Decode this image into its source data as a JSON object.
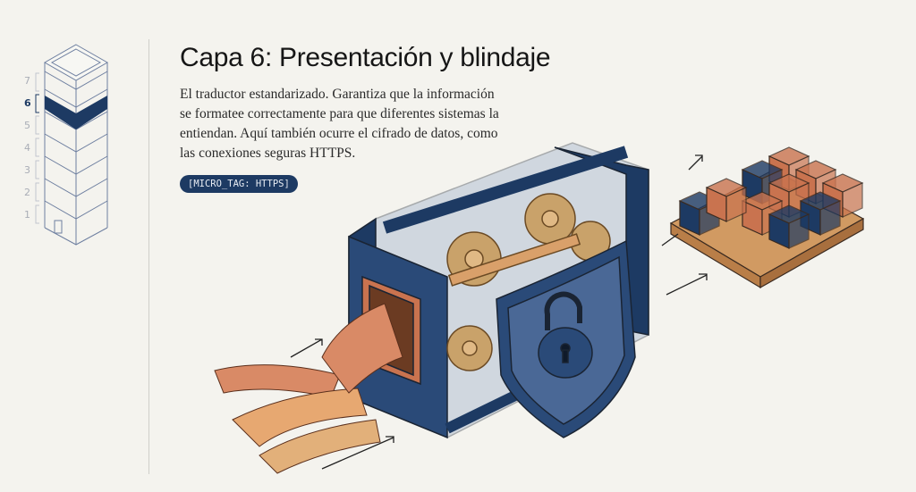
{
  "sidebar": {
    "layers": [
      {
        "label": "7",
        "active": false
      },
      {
        "label": "6",
        "active": true
      },
      {
        "label": "5",
        "active": false
      },
      {
        "label": "4",
        "active": false
      },
      {
        "label": "3",
        "active": false
      },
      {
        "label": "2",
        "active": false
      },
      {
        "label": "1",
        "active": false
      }
    ]
  },
  "main": {
    "title": "Capa 6: Presentación y blindaje",
    "body_lines": [
      "El traductor estandarizado. Garantiza que la información",
      "se formatee correctamente para que diferentes sistemas la",
      "entiendan. Aquí también ocurre el cifrado de datos, como",
      "las conexiones seguras HTTPS."
    ],
    "tag": "[MICRO_TAG: HTTPS]"
  },
  "colors": {
    "navy": "#1d3a63",
    "copper": "#c9734f",
    "wood": "#d19a62",
    "background": "#f4f3ee"
  }
}
